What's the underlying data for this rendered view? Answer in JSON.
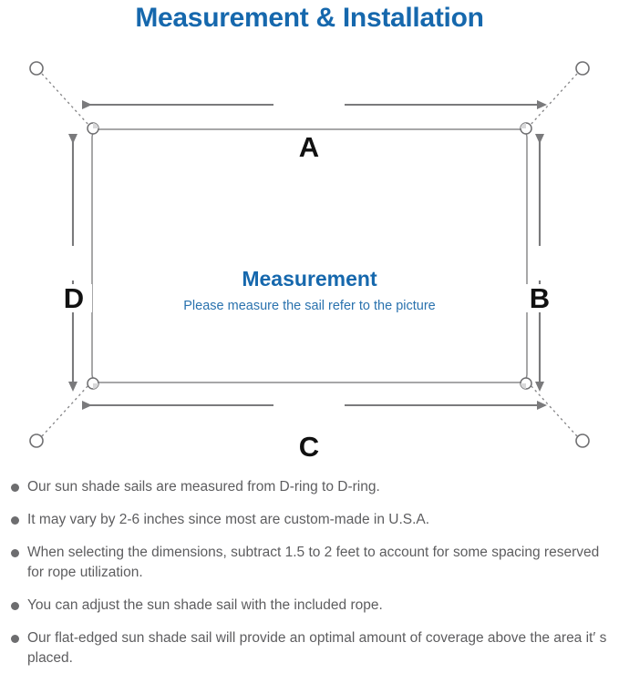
{
  "page": {
    "title": "Measurement & Installation",
    "title_color": "#1668ad",
    "background_color": "#ffffff"
  },
  "diagram": {
    "center_label": "Measurement",
    "center_sublabel": "Please measure the sail refer to the picture",
    "center_label_color": "#1668ad",
    "center_sublabel_color": "#2a72ae",
    "line_color": "#7a7a7c",
    "sail_border_color": "#8a8a8c",
    "dimensions": {
      "top": "A",
      "right": "B",
      "bottom": "C",
      "left": "D"
    },
    "parts": {
      "anchor_point": "anchor-circle",
      "d_ring": "d-ring",
      "rope": "dotted-rope-line",
      "sail": "shade-sail-rectangle"
    }
  },
  "notes": {
    "items": [
      "Our sun shade sails are measured from D-ring to D-ring.",
      "It may vary by 2-6 inches since most are custom-made in U.S.A.",
      "When selecting the dimensions, subtract 1.5 to 2 feet to account for some spacing reserved for rope utilization.",
      "You can adjust the sun shade sail with the included rope.",
      "Our flat-edged sun shade sail will provide an optimal amount of coverage above the area it′ s placed."
    ]
  }
}
